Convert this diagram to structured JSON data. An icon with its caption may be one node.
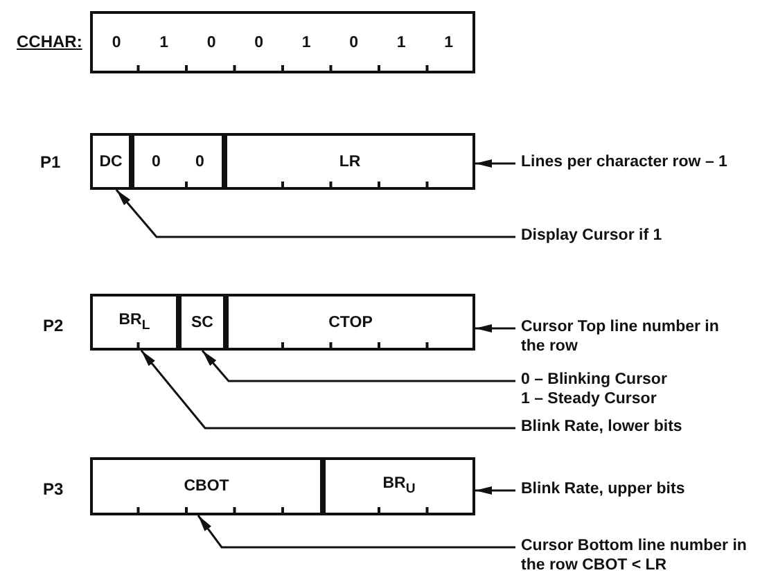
{
  "diagram": {
    "nodes": [
      {
        "text": [
          "0",
          "1",
          "0",
          "0",
          "1",
          "0",
          "1",
          "1"
        ]
      },
      {
        "text": [
          "DC"
        ]
      },
      {
        "text": [
          "0",
          "0"
        ]
      },
      {
        "text": [
          "LR"
        ]
      },
      {
        "text": [
          "Lines per character row – 1"
        ]
      },
      {
        "text": [
          "Display Cursor if 1"
        ]
      },
      {
        "text": [
          "BR$_{L}$"
        ]
      },
      {
        "text": [
          "SC"
        ]
      },
      {
        "text": [
          "CTOP"
        ]
      },
      {
        "text": [
          "Cursor Top line number in the row"
        ]
      },
      {
        "text": [
          "0 – Blinking Cursor",
          "1 – Steady Cursor"
        ]
      },
      {
        "text": [
          "Blink Rate, lower bits"
        ]
      },
      {
        "text": [
          "CBOT"
        ]
      },
      {
        "text": [
          "BR$_{U}$"
        ]
      },
      {
        "text": [
          "Blink Rate, upper bits"
        ]
      },
      {
        "text": [
          "Cursor Bottom line number in the row CBOT < LR"
        ]
      }
    ],
    "edges": [
      {
        "from": 4,
        "to": 3,
        "arrow": "to"
      },
      {
        "from": 5,
        "to": 1,
        "arrow": "to"
      },
      {
        "from": 9,
        "to": 8,
        "arrow": "to"
      },
      {
        "from": 10,
        "to": 7,
        "arrow": "to"
      },
      {
        "from": 11,
        "to": 6,
        "arrow": "to"
      },
      {
        "from": 14,
        "to": 13,
        "arrow": "to"
      },
      {
        "from": 15,
        "to": 12,
        "arrow": "to"
      }
    ],
    "labels": [
      "CCHAR:",
      "P1",
      "P2",
      "P3"
    ]
  }
}
